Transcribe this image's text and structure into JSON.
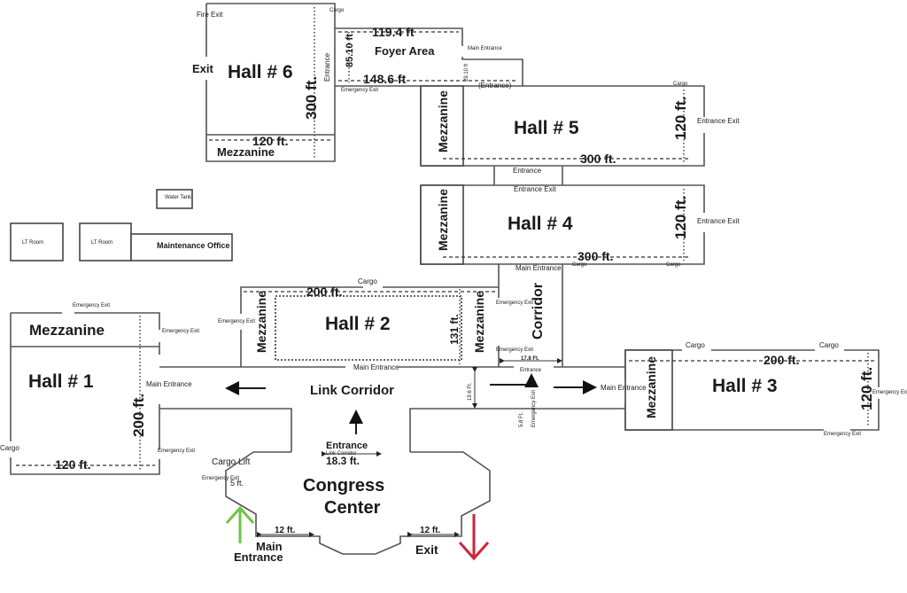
{
  "title": "Congress Center Floor Plan",
  "colors": {
    "entrance_arrow": "#6cc644",
    "exit_arrow": "#d0243c",
    "wall": "#555555",
    "text": "#1a1a1a"
  },
  "hall6": {
    "name": "Hall # 6",
    "width": "120 ft.",
    "length": "300 ft.",
    "mezzanine": "Mezzanine",
    "exit": "Exit",
    "fire_exit": "Fire Exit",
    "cargo": "Cargo",
    "entrance": "Entrance"
  },
  "foyer": {
    "name": "Foyer Area",
    "top_width": "119.4 ft",
    "bottom_width": "148.6 ft",
    "height": "85.10 ft",
    "small_height": "29.10 ft",
    "main_entrance": "Main Entrance",
    "entrance": "(Entrance)",
    "emergency_exit": "Emergency Exit"
  },
  "hall5": {
    "name": "Hall # 5",
    "mezzanine": "Mezzanine",
    "length": "300 ft.",
    "width": "120 ft.",
    "cargo": "Cargo",
    "side_door": "Entrance Exit",
    "bottom_entrance": "Entrance"
  },
  "hall4": {
    "name": "Hall # 4",
    "mezzanine": "Mezzanine",
    "length": "300 ft.",
    "width": "120 ft.",
    "top_door": "Entrance Exit",
    "side_door": "Entrance Exit",
    "cargo1": "Cargo",
    "cargo2": "Cargo"
  },
  "service": {
    "water_tank": "Water Tank",
    "lt_room1": "LT Room",
    "lt_room2": "LT Room",
    "maintenance": "Maintenance Office"
  },
  "hall1": {
    "name": "Hall # 1",
    "mezzanine": "Mezzanine",
    "length": "200 ft.",
    "width": "120 ft.",
    "emergency_exit": "Emergency Exit",
    "main_entrance": "Main Entrance",
    "cargo": "Cargo"
  },
  "hall2": {
    "name": "Hall # 2",
    "length": "200 ft.",
    "width": "131 ft.",
    "mezzanine_left": "Mezzanine",
    "mezzanine_right": "Mezzanine",
    "cargo": "Cargo",
    "main_entrance": "Main Entrance",
    "emergency_exit": "Emergency Exit"
  },
  "corridor": {
    "name": "Corridor",
    "main_entrance": "Main Entrance",
    "width": "17.8 Ft.",
    "entrance": "Entrance",
    "emergency_exit": "Emergency Exit"
  },
  "link_corridor": {
    "name": "Link Corridor",
    "width": "19.6 Ft.",
    "side_width": "5.8 Ft.",
    "emergency_exit": "Emergency Exit"
  },
  "hall3": {
    "name": "Hall # 3",
    "mezzanine": "Mezzanine",
    "length": "200 ft.",
    "width": "120 ft.",
    "cargo1": "Cargo",
    "cargo2": "Cargo",
    "main_entrance": "Main Entrance",
    "emergency_exit": "Emergency Exit"
  },
  "congress": {
    "name_line1": "Congress",
    "name_line2": "Center",
    "entrance": "Entrance",
    "link_corridor": "Link Corridor",
    "entrance_width": "18.3  ft.",
    "cargo_lift": "Cargo Lift",
    "emergency_exit": "Emergency Exit",
    "small_width": "5 ft.",
    "main_entrance_width": "12 ft.",
    "exit_width": "12 ft.",
    "main_entrance": "Main Entrance",
    "exit": "Exit"
  }
}
